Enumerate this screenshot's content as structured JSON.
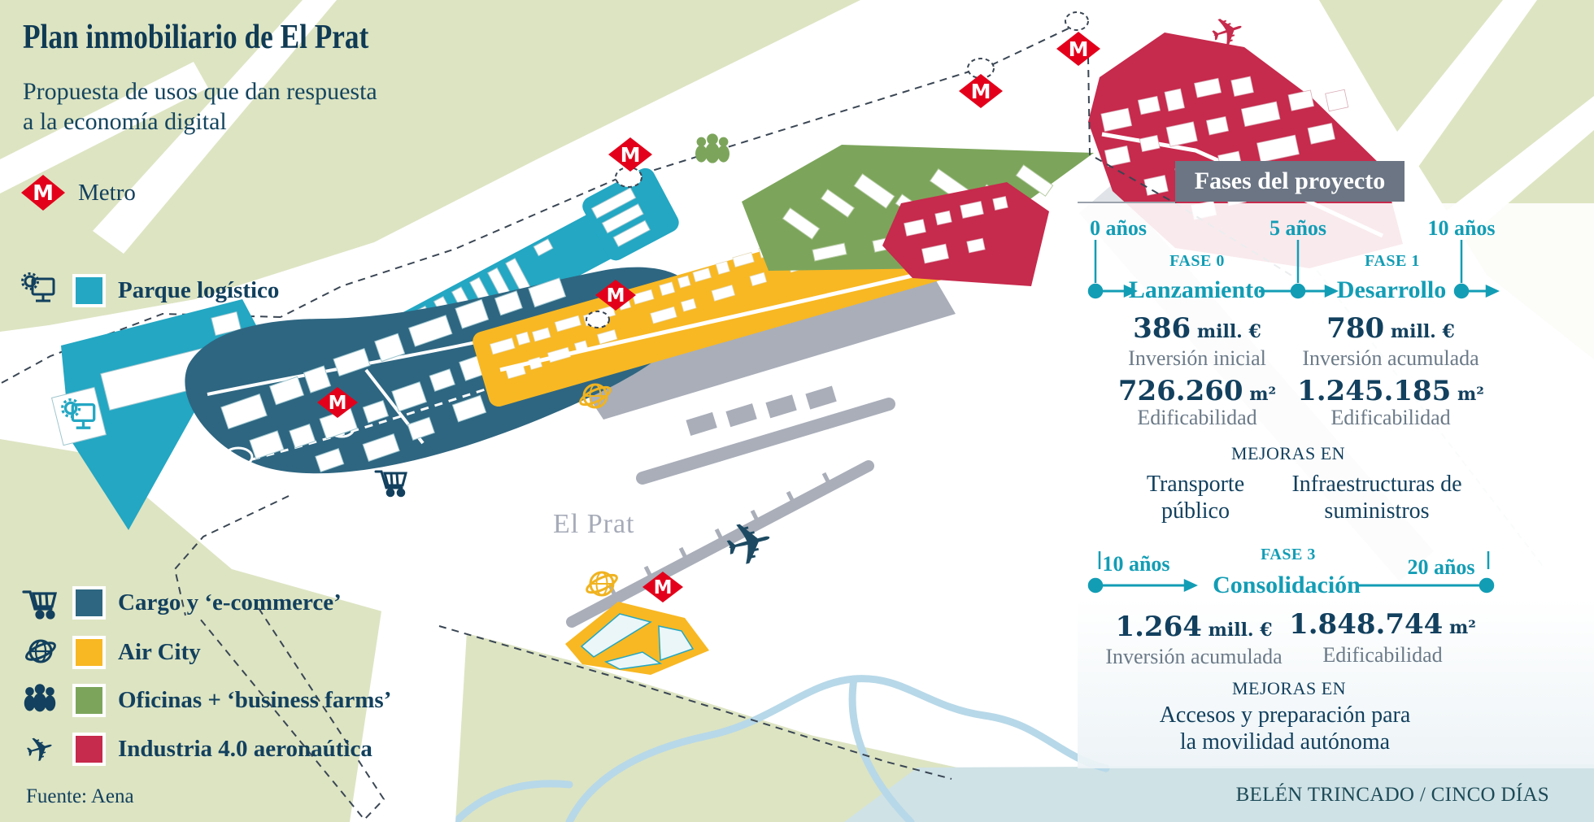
{
  "title": "Plan inmobiliario de El Prat",
  "subtitle_line1": "Propuesta de usos que dan respuesta",
  "subtitle_line2": "a la economía digital",
  "legend": {
    "metro": {
      "label": "Metro",
      "m": "M"
    },
    "items": [
      {
        "label": "Parque logístico",
        "color": "#23a7c3",
        "icon": "monitor-gear-icon"
      },
      {
        "label": "Cargo y ‘e-commerce’",
        "color": "#2e6681",
        "icon": "cart-icon"
      },
      {
        "label": "Air City",
        "color": "#f8b823",
        "icon": "globe-icon"
      },
      {
        "label": "Oficinas + ‘business farms’",
        "color": "#7ca55b",
        "icon": "people-icon"
      },
      {
        "label": "Industria 4.0 aeronaútica",
        "color": "#c62a4c",
        "icon": "plane-icon"
      }
    ],
    "source": "Fuente: Aena"
  },
  "map": {
    "place_label": "El Prat",
    "metro_m": "M"
  },
  "panel": {
    "header": "Fases del proyecto",
    "timeline1": {
      "start": "0 años",
      "mid": "5 años",
      "end": "10 años"
    },
    "phase0": {
      "fase": "FASE 0",
      "name": "Lanzamiento",
      "investment_value": "386",
      "investment_unit": "mill. €",
      "investment_label": "Inversión inicial",
      "area_value": "726.260",
      "area_unit": "m²",
      "area_label": "Edificabilidad"
    },
    "phase1": {
      "fase": "FASE 1",
      "name": "Desarrollo",
      "investment_value": "780",
      "investment_unit": "mill. €",
      "investment_label": "Inversión acumulada",
      "area_value": "1.245.185",
      "area_unit": "m²",
      "area_label": "Edificabilidad"
    },
    "mejoras1": {
      "header": "MEJORAS EN",
      "left_line1": "Transporte",
      "left_line2": "público",
      "right_line1": "Infraestructuras de",
      "right_line2": "suministros"
    },
    "timeline2": {
      "start": "10 años",
      "end": "20 años"
    },
    "phase3": {
      "fase": "FASE 3",
      "name": "Consolidación",
      "investment_value": "1.264",
      "investment_unit": "mill. €",
      "investment_label": "Inversión acumulada",
      "area_value": "1.848.744",
      "area_unit": "m²",
      "area_label": "Edificabilidad"
    },
    "mejoras2": {
      "header": "MEJORAS EN",
      "line1": "Accesos y preparación para",
      "line2": "la movilidad autónoma"
    }
  },
  "credit": "BELÉN TRINCADO / CINCO DÍAS",
  "colors": {
    "background_green": "#dde4c2",
    "zone_teal": "#23a7c3",
    "zone_navy": "#2e6681",
    "zone_yellow": "#f8b823",
    "zone_green": "#7ca55b",
    "zone_red": "#c62a4c",
    "metro_red": "#e3001b",
    "accent_teal": "#129db5",
    "text_navy": "#12405e",
    "text_gray": "#6b7a88",
    "header_gray": "#6b7584",
    "sea": "#cfe2e6",
    "river": "#b7d8e8",
    "runway_gray": "#a9aeb9",
    "place_label_gray": "#a6abb8"
  }
}
